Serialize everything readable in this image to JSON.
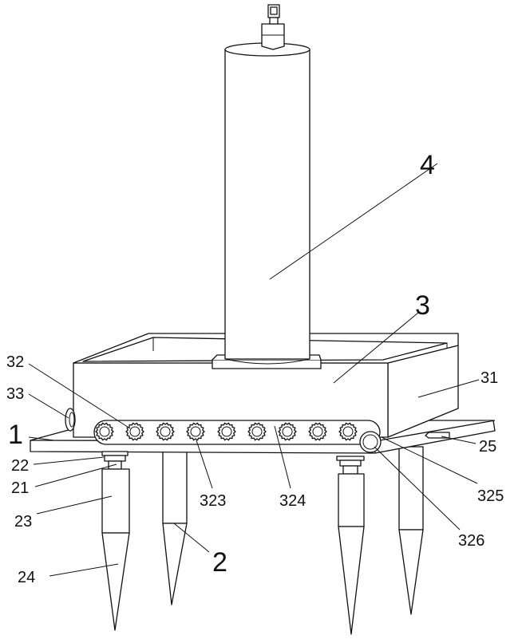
{
  "labels": {
    "l1": "1",
    "l2": "2",
    "l3": "3",
    "l4": "4",
    "l21": "21",
    "l22": "22",
    "l23": "23",
    "l24": "24",
    "l25": "25",
    "l31": "31",
    "l32": "32",
    "l33": "33",
    "l323": "323",
    "l324": "324",
    "l325": "325",
    "l326": "326"
  }
}
